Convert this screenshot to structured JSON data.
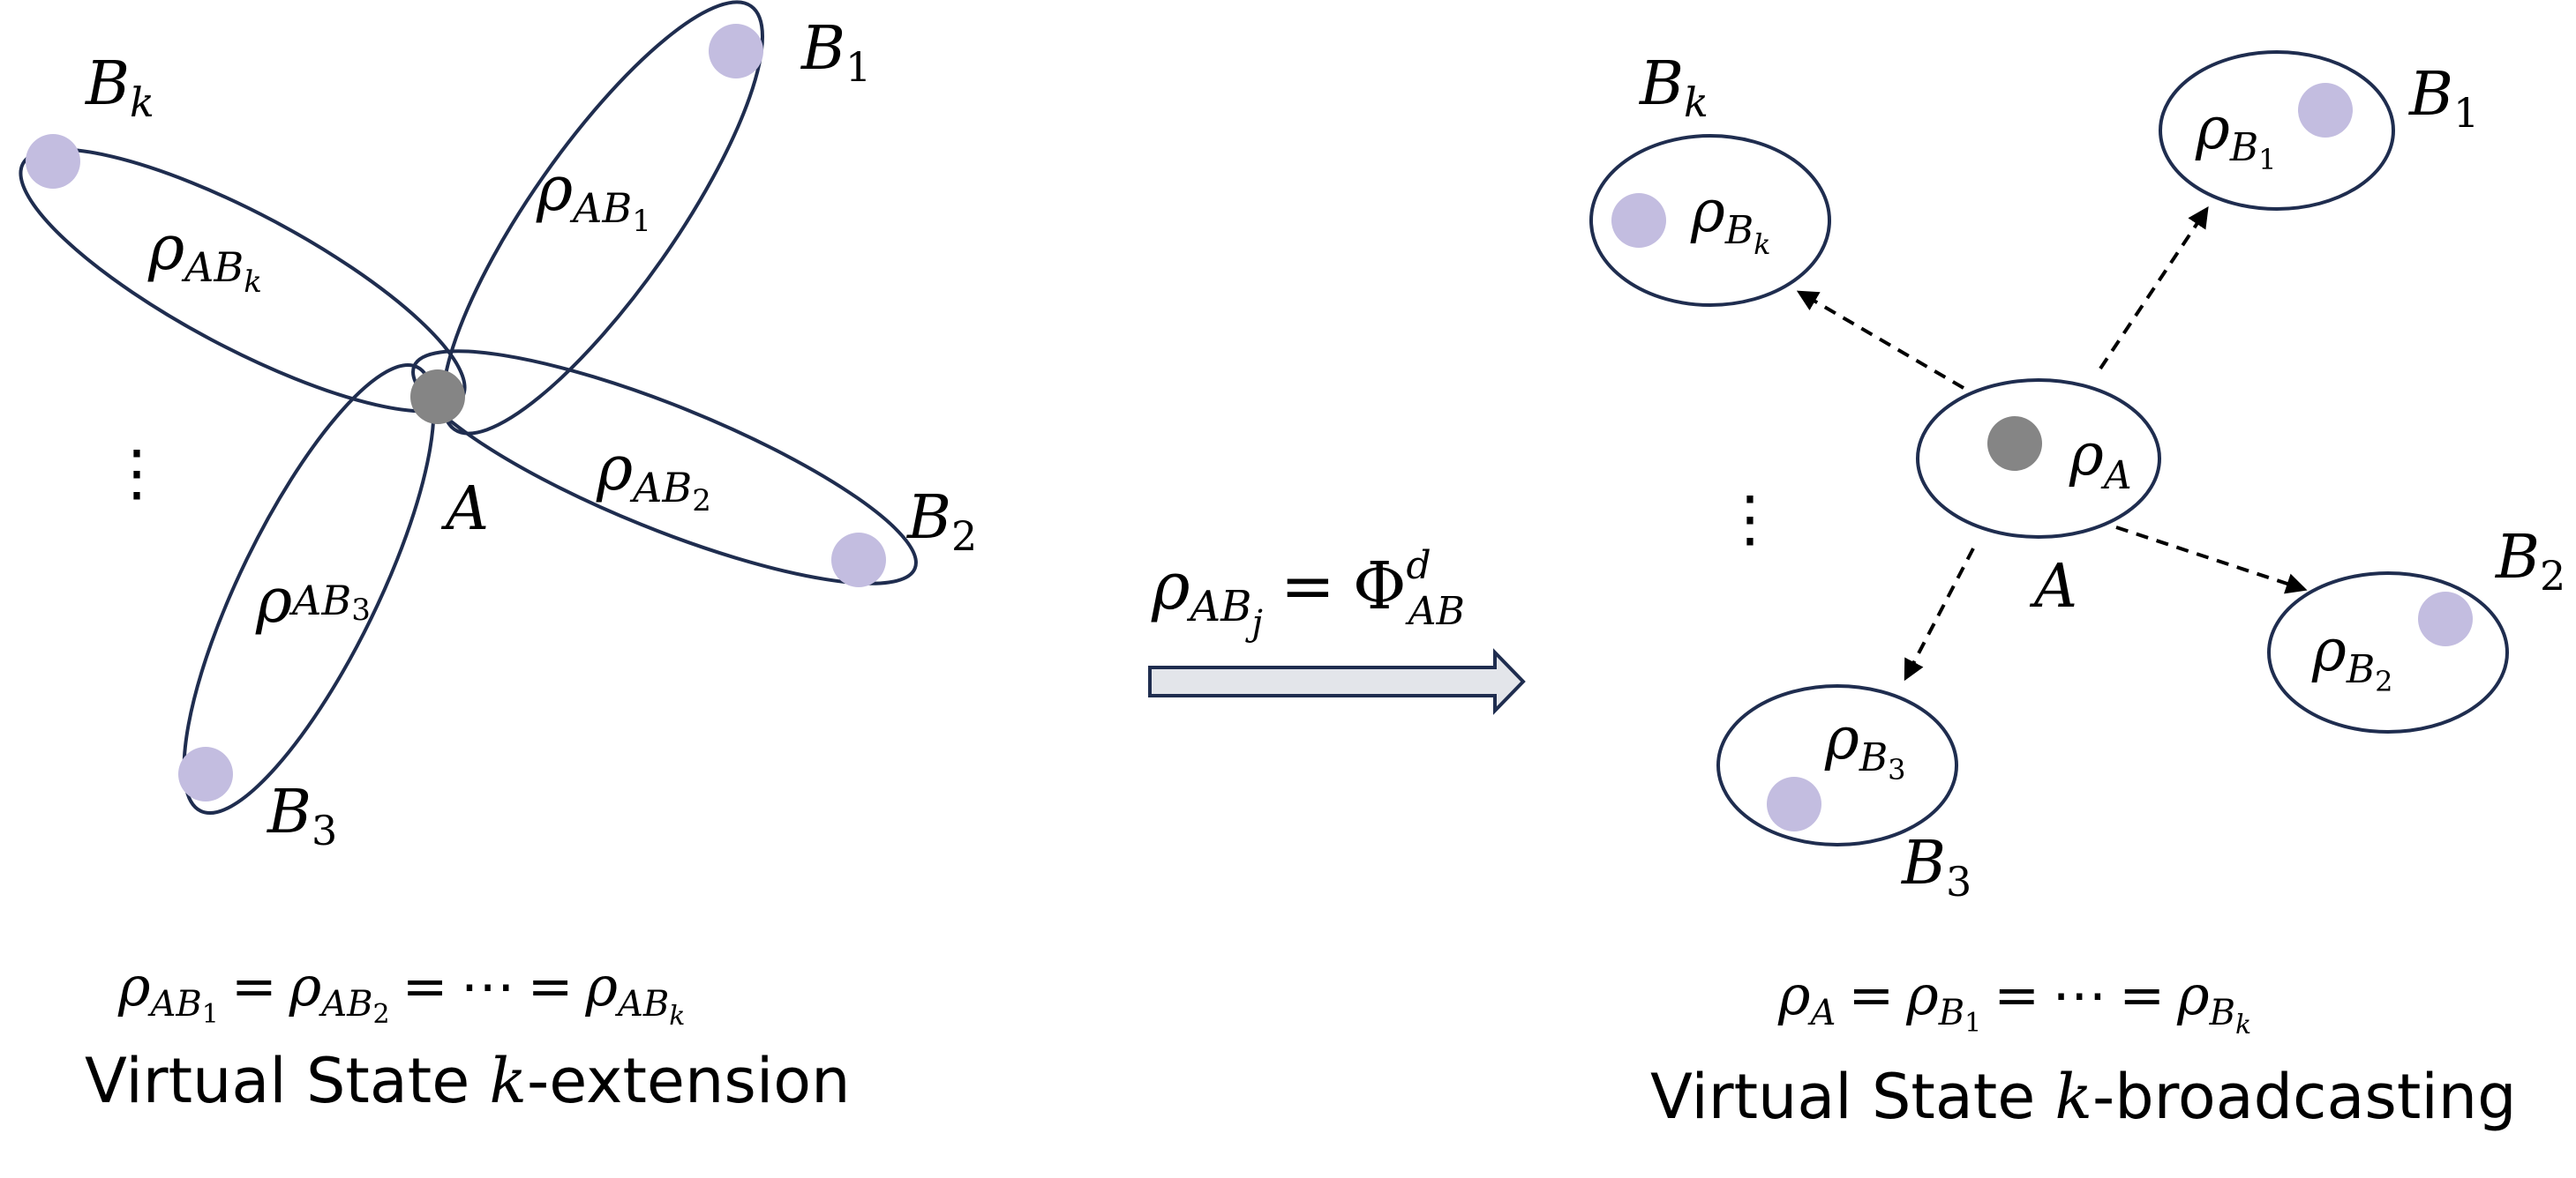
{
  "left_panel": {
    "labels": {
      "b1": "B",
      "b1_sub": "1",
      "b2": "B",
      "b2_sub": "2",
      "b3": "B",
      "b3_sub": "3",
      "bk": "B",
      "bk_sub": "k",
      "a": "A",
      "ellipsis": "⋮"
    },
    "rho_b1": {
      "rho": "ρ",
      "sub": "AB",
      "subsub": "1"
    },
    "rho_b2": {
      "rho": "ρ",
      "sub": "AB",
      "subsub": "2"
    },
    "rho_b3": {
      "rho": "ρ",
      "sub": "AB",
      "subsub": "3"
    },
    "rho_bk": {
      "rho": "ρ",
      "sub": "AB",
      "subsub": "k"
    },
    "equation": {
      "rho": "ρ",
      "ab": "AB",
      "s1": "1",
      "s2": "2",
      "sk": "k",
      "eq": "=",
      "dots": "⋯"
    },
    "caption": {
      "pre": "Virtual State ",
      "k": "k",
      "post": "-extension"
    }
  },
  "arrow_panel": {
    "rho": "ρ",
    "ab": "AB",
    "j": "j",
    "eq": "=",
    "phi": "Φ",
    "phi_sup": "d",
    "phi_sub": "AB"
  },
  "right_panel": {
    "labels": {
      "b1": "B",
      "b1_sub": "1",
      "b2": "B",
      "b2_sub": "2",
      "b3": "B",
      "b3_sub": "3",
      "bk": "B",
      "bk_sub": "k",
      "a": "A",
      "ellipsis": "⋮"
    },
    "rho_a": {
      "rho": "ρ",
      "sub": "A"
    },
    "rho_b1": {
      "rho": "ρ",
      "sub": "B",
      "subsub": "1"
    },
    "rho_b2": {
      "rho": "ρ",
      "sub": "B",
      "subsub": "2"
    },
    "rho_b3": {
      "rho": "ρ",
      "sub": "B",
      "subsub": "3"
    },
    "rho_bk": {
      "rho": "ρ",
      "sub": "B",
      "subsub": "k"
    },
    "equation": {
      "rho": "ρ",
      "a": "A",
      "b": "B",
      "s1": "1",
      "sk": "k",
      "eq": "=",
      "dots": "⋯"
    },
    "caption": {
      "pre": "Virtual State ",
      "k": "k",
      "post": "-broadcasting"
    }
  },
  "colors": {
    "ellipse_stroke": "#1f2d4f",
    "subsystem_b_dot": "#c3bde0",
    "subsystem_a_dot": "#858585",
    "arrow_fill": "#e3e5ea",
    "arrow_stroke": "#1f2d4f"
  }
}
